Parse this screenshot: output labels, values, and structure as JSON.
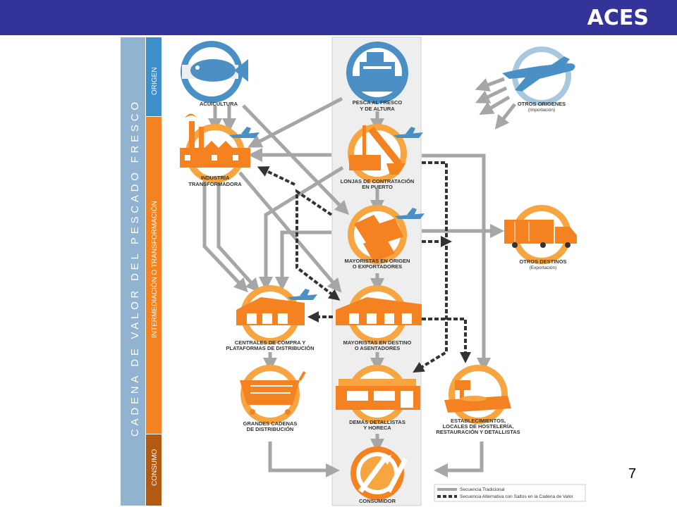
{
  "header": {
    "title": "ACES",
    "bg_color": "#333399"
  },
  "page_number": "7",
  "sidebar": {
    "main_title": "CADENA DE VALOR DEL PESCADO FRESCO",
    "stage_origen": "ORIGEN",
    "stage_intermediacion": "INTERMEDIACIÓN O TRANSFORMACIÓN",
    "stage_consumo": "CONSUMO"
  },
  "nodes": {
    "acuicultura": "ACUICULTURA",
    "pesca_1": "PESCA AL FRESCO",
    "pesca_2": "Y DE ALTURA",
    "otros_origenes_1": "OTROS ORIGENES",
    "otros_origenes_2": "(Importación)",
    "industria_1": "INDUSTRIA",
    "industria_2": "TRANSFORMADORA",
    "lonjas_1": "LONJAS DE CONTRATACIÓN",
    "lonjas_2": "EN PUERTO",
    "may_origen_1": "MAYORISTAS EN ORIGEN",
    "may_origen_2": "O EXPORTADORES",
    "otros_destinos_1": "OTROS DESTINOS",
    "otros_destinos_2": "(Exportación)",
    "centrales_1": "CENTRALES DE COMPRA  Y",
    "centrales_2": "PLATAFORMAS DE DISTRIBUCIÓN",
    "may_destino_1": "MAYORISTAS EN DESTINO",
    "may_destino_2": "O ASENTADORES",
    "grandes_1": "GRANDES CADENAS",
    "grandes_2": "DE DISTRIBUCIÓN",
    "demas_1": "DEMÁS DETALLISTAS",
    "demas_2": "Y HORECA",
    "estab_1": "ESTABLECIMIENTOS,",
    "estab_2": "LOCALES DE HOSTELERÍA,",
    "estab_3": "RESTAURACIÓN Y DETALLISTAS",
    "consumidor": "CONSUMIDOR"
  },
  "legend": {
    "traditional": "Secuencia Tradicional",
    "alternative": "Secuencia Alternativa con Saltos en la Cadena de Valor"
  },
  "colors": {
    "orange": "#f58220",
    "orange_light": "#f7a540",
    "blue": "#4a90c4",
    "blue_light": "#a8c8e0",
    "gray_arrow": "#a6a6a6",
    "dark_dash": "#333333",
    "sidebar_light": "#8fb3d0",
    "sidebar_origen": "#3d8ec9",
    "sidebar_inter": "#f58220",
    "sidebar_consumo": "#b35a10"
  }
}
